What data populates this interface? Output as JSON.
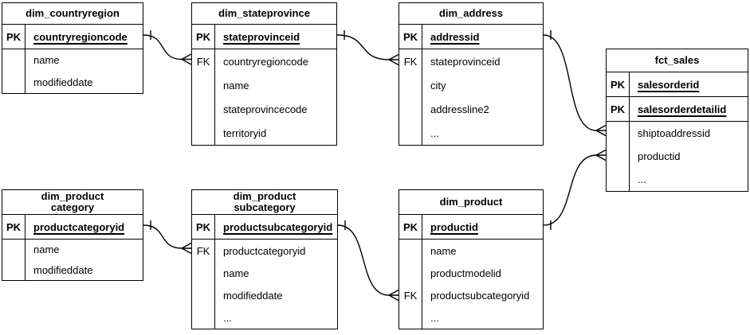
{
  "diagram": {
    "kind": "entity-relationship-diagram",
    "background_color": "#ffffff",
    "line_color": "#000000",
    "text_color": "#000000",
    "tables": [
      {
        "title": "dim_countryregion",
        "keys": [
          {
            "tag": "PK",
            "name": "countryregioncode"
          }
        ],
        "columns": [
          {
            "tag": "",
            "name": "name"
          },
          {
            "tag": "",
            "name": "modifieddate"
          }
        ]
      },
      {
        "title": "dim_stateprovince",
        "keys": [
          {
            "tag": "PK",
            "name": "stateprovinceid"
          }
        ],
        "columns": [
          {
            "tag": "FK",
            "name": "countryregioncode"
          },
          {
            "tag": "",
            "name": "name"
          },
          {
            "tag": "",
            "name": "stateprovincecode"
          },
          {
            "tag": "",
            "name": "territoryid"
          }
        ]
      },
      {
        "title": "dim_address",
        "keys": [
          {
            "tag": "PK",
            "name": "addressid"
          }
        ],
        "columns": [
          {
            "tag": "FK",
            "name": "stateprovinceid"
          },
          {
            "tag": "",
            "name": "city"
          },
          {
            "tag": "",
            "name": "addressline2"
          },
          {
            "tag": "",
            "name": "..."
          }
        ]
      },
      {
        "title": "fct_sales",
        "keys": [
          {
            "tag": "PK",
            "name": "salesorderid"
          },
          {
            "tag": "PK",
            "name": "salesorderdetailid"
          }
        ],
        "columns": [
          {
            "tag": "",
            "name": "shiptoaddressid"
          },
          {
            "tag": "",
            "name": "productid"
          },
          {
            "tag": "",
            "name": "..."
          }
        ]
      },
      {
        "title": "dim_product\ncategory",
        "keys": [
          {
            "tag": "PK",
            "name": "productcategoryid"
          }
        ],
        "columns": [
          {
            "tag": "",
            "name": "name"
          },
          {
            "tag": "",
            "name": "modifieddate"
          }
        ]
      },
      {
        "title": "dim_product\nsubcategory",
        "keys": [
          {
            "tag": "PK",
            "name": "productsubcategoryid"
          }
        ],
        "columns": [
          {
            "tag": "FK",
            "name": "productcategoryid"
          },
          {
            "tag": "",
            "name": "name"
          },
          {
            "tag": "",
            "name": "modifieddate"
          },
          {
            "tag": "",
            "name": "..."
          }
        ]
      },
      {
        "title": "dim_product",
        "keys": [
          {
            "tag": "PK",
            "name": "productid"
          }
        ],
        "columns": [
          {
            "tag": "",
            "name": "name"
          },
          {
            "tag": "",
            "name": "productmodelid"
          },
          {
            "tag": "FK",
            "name": "productsubcategoryid"
          },
          {
            "tag": "",
            "name": "..."
          }
        ]
      }
    ],
    "relationships": [
      {
        "from": "dim_countryregion.countryregioncode",
        "to": "dim_stateprovince.countryregioncode",
        "cardinality": "one-to-many"
      },
      {
        "from": "dim_stateprovince.stateprovinceid",
        "to": "dim_address.stateprovinceid",
        "cardinality": "one-to-many"
      },
      {
        "from": "dim_address.addressid",
        "to": "fct_sales.shiptoaddressid",
        "cardinality": "one-to-many"
      },
      {
        "from": "dim_product.productid",
        "to": "fct_sales.productid",
        "cardinality": "one-to-many"
      },
      {
        "from": "dim_productcategory.productcategoryid",
        "to": "dim_productsubcategory.productcategoryid",
        "cardinality": "one-to-many"
      },
      {
        "from": "dim_productsubcategory.productsubcategoryid",
        "to": "dim_product.productsubcategoryid",
        "cardinality": "one-to-many"
      }
    ]
  }
}
